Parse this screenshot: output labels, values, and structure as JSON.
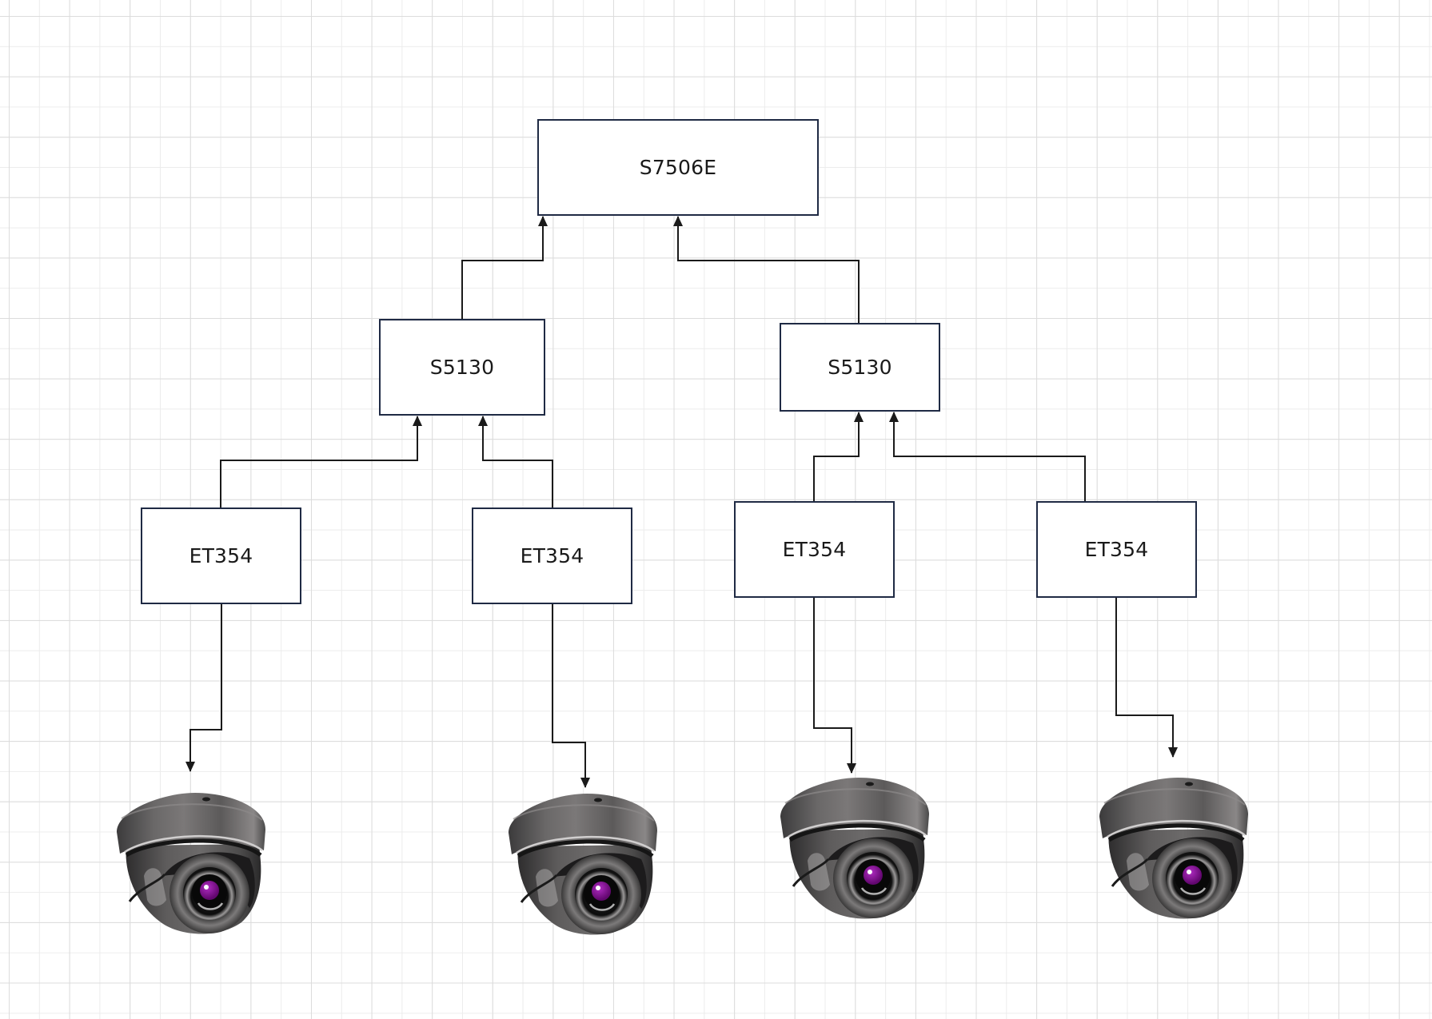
{
  "diagram": {
    "type": "network-topology",
    "nodes": [
      {
        "id": "core",
        "label": "S7506E",
        "role": "core-switch"
      },
      {
        "id": "agg-left",
        "label": "S5130",
        "role": "aggregation-switch"
      },
      {
        "id": "agg-right",
        "label": "S5130",
        "role": "aggregation-switch"
      },
      {
        "id": "et-1",
        "label": "ET354",
        "role": "access-device"
      },
      {
        "id": "et-2",
        "label": "ET354",
        "role": "access-device"
      },
      {
        "id": "et-3",
        "label": "ET354",
        "role": "access-device"
      },
      {
        "id": "et-4",
        "label": "ET354",
        "role": "access-device"
      },
      {
        "id": "cam-1",
        "label": "",
        "role": "dome-camera",
        "icon": "dome-camera-icon"
      },
      {
        "id": "cam-2",
        "label": "",
        "role": "dome-camera",
        "icon": "dome-camera-icon"
      },
      {
        "id": "cam-3",
        "label": "",
        "role": "dome-camera",
        "icon": "dome-camera-icon"
      },
      {
        "id": "cam-4",
        "label": "",
        "role": "dome-camera",
        "icon": "dome-camera-icon"
      }
    ],
    "edges": [
      {
        "from": "agg-left",
        "to": "core",
        "arrow": "end"
      },
      {
        "from": "agg-right",
        "to": "core",
        "arrow": "end"
      },
      {
        "from": "et-1",
        "to": "agg-left",
        "arrow": "end"
      },
      {
        "from": "et-2",
        "to": "agg-left",
        "arrow": "end"
      },
      {
        "from": "et-3",
        "to": "agg-right",
        "arrow": "end"
      },
      {
        "from": "et-4",
        "to": "agg-right",
        "arrow": "end"
      },
      {
        "from": "et-1",
        "to": "cam-1",
        "arrow": "end"
      },
      {
        "from": "et-2",
        "to": "cam-2",
        "arrow": "end"
      },
      {
        "from": "et-3",
        "to": "cam-3",
        "arrow": "end"
      },
      {
        "from": "et-4",
        "to": "cam-4",
        "arrow": "end"
      }
    ]
  },
  "labels": {
    "core": "S7506E",
    "agg_left": "S5130",
    "agg_right": "S5130",
    "et_1": "ET354",
    "et_2": "ET354",
    "et_3": "ET354",
    "et_4": "ET354"
  },
  "colors": {
    "canvas_background": "#ffffff",
    "grid_major": "#dcdcdc",
    "grid_minor": "#ececec",
    "node_border": "#1f2a44",
    "node_fill": "#ffffff",
    "connector": "#1a1a1a",
    "text": "#1a1a1a",
    "camera_body": "#5a5858",
    "camera_lens_accent": "#7a0b8a"
  }
}
